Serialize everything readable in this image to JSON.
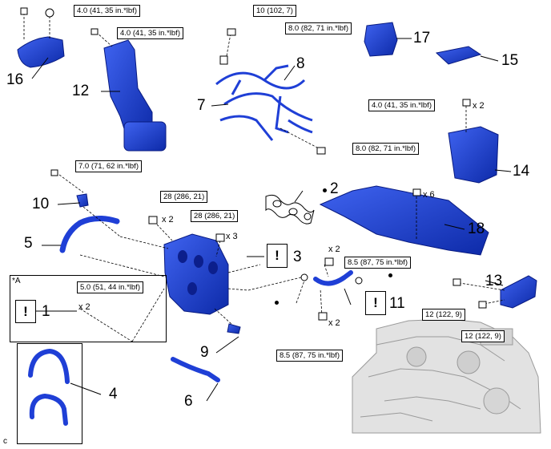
{
  "torque_labels": {
    "t16_bolt": "4.0 (41, 35 in.*lbf)",
    "t12_bolt": "4.0 (41, 35 in.*lbf)",
    "t8_top": "10 (102, 7)",
    "t8_mid": "8.0 (82, 71 in.*lbf)",
    "t8_bottom": "8.0 (82, 71 in.*lbf)",
    "t14_bolt": "4.0 (41, 35 in.*lbf)",
    "t10_bolt": "7.0 (71, 62 in.*lbf)",
    "t3_left": "28 (286, 21)",
    "t3_right": "28 (286, 21)",
    "t11_top": "8.5 (87, 75 in.*lbf)",
    "t11_bottom": "8.5 (87, 75 in.*lbf)",
    "t1_inset": "5.0 (51, 44 in.*lbf)",
    "t13_left": "12 (122, 9)",
    "t13_right": "12 (122, 9)"
  },
  "part_numbers": {
    "p1": "1",
    "p2": "2",
    "p3": "3",
    "p4": "4",
    "p5": "5",
    "p6": "6",
    "p7": "7",
    "p8": "8",
    "p9": "9",
    "p10": "10",
    "p11": "11",
    "p12": "12",
    "p13": "13",
    "p14": "14",
    "p15": "15",
    "p16": "16",
    "p17": "17",
    "p18": "18"
  },
  "quantities": {
    "q14": "x 2",
    "q18": "x 6",
    "q3a": "x 2",
    "q3b": "x 3",
    "q11a": "x 2",
    "q11b": "x 2",
    "q1": "x 2"
  },
  "markers": {
    "inset_label": "*A",
    "caution_symbol": "!",
    "figure_code": "c"
  },
  "colors": {
    "part_blue": "#1f3fd6",
    "part_dark": "#0c1f8c",
    "line": "#000000"
  }
}
